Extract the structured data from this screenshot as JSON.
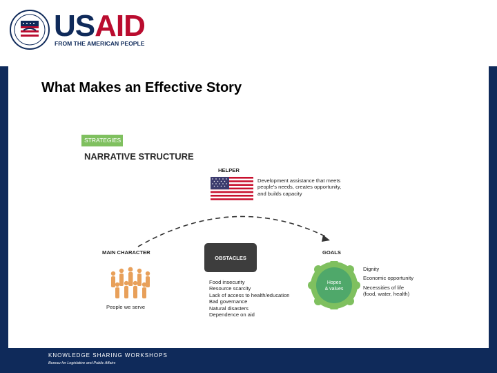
{
  "logo": {
    "word_us": "US",
    "word_aid": "AID",
    "tagline": "FROM THE AMERICAN PEOPLE"
  },
  "slide": {
    "title": "What Makes an Effective Story"
  },
  "diagram": {
    "badge": "STRATEGIES",
    "heading": "NARRATIVE STRUCTURE",
    "helper": {
      "label": "HELPER",
      "desc_lines": [
        "Development assistance that meets",
        "people's needs, creates opportunity,",
        "and builds capacity"
      ]
    },
    "main_character": {
      "label": "MAIN CHARACTER",
      "caption": "People we serve"
    },
    "obstacles": {
      "label": "OBSTACLES",
      "items": [
        "Food insecurity",
        "Resource scarcity",
        "Lack of access to health/education",
        "Bad governance",
        "Natural disasters",
        "Dependence on aid"
      ]
    },
    "goals": {
      "label": "GOALS",
      "center_lines": [
        "Hopes",
        "& values"
      ],
      "items": [
        "Dignity",
        "Economic opportunity",
        "Necessities of life",
        "(food, water, health)"
      ]
    }
  },
  "footer": {
    "title": "KNOWLEDGE SHARING WORKSHOPS",
    "subtitle": "Bureau for Legislative and Public Affairs"
  },
  "colors": {
    "navy": "#0f2a5a",
    "red": "#ba0c2f",
    "green": "#7fc05f",
    "dark_box": "#3d3d3d"
  }
}
